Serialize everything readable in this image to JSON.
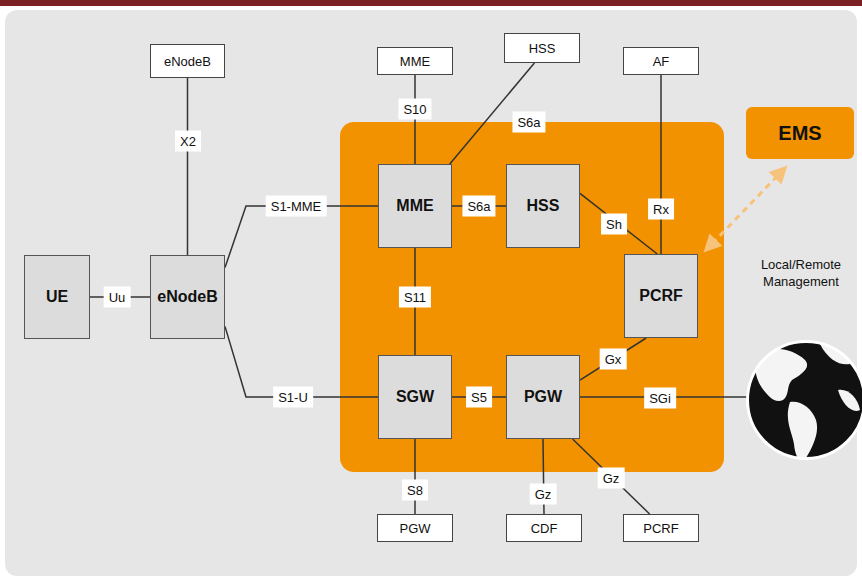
{
  "diagram": {
    "nodes": [
      {
        "text": [
          "eNodeB"
        ]
      },
      {
        "text": [
          "MME"
        ]
      },
      {
        "text": [
          "HSS"
        ]
      },
      {
        "text": [
          "AF"
        ]
      },
      {
        "text": [
          "EMS"
        ]
      },
      {
        "text": [
          "UE"
        ]
      },
      {
        "text": [
          "eNodeB"
        ]
      },
      {
        "text": [
          "MME"
        ]
      },
      {
        "text": [
          "HSS"
        ]
      },
      {
        "text": [
          "PCRF"
        ]
      },
      {
        "text": [
          "SGW"
        ]
      },
      {
        "text": [
          "PGW"
        ]
      },
      {
        "text": [
          "PGW"
        ]
      },
      {
        "text": [
          "CDF"
        ]
      },
      {
        "text": [
          "PCRF"
        ]
      }
    ],
    "edges": [
      {
        "from": 0,
        "to": 6,
        "label": "X2",
        "arrow": "none"
      },
      {
        "from": 5,
        "to": 6,
        "label": "Uu",
        "arrow": "none"
      },
      {
        "from": 6,
        "to": 7,
        "label": "S1-MME",
        "arrow": "none"
      },
      {
        "from": 6,
        "to": 10,
        "label": "S1-U",
        "arrow": "none"
      },
      {
        "from": 1,
        "to": 7,
        "label": "S10",
        "arrow": "none"
      },
      {
        "from": 2,
        "to": 7,
        "label": "S6a",
        "arrow": "none"
      },
      {
        "from": 7,
        "to": 8,
        "label": "S6a",
        "arrow": "none"
      },
      {
        "from": 8,
        "to": 9,
        "label": "Sh",
        "arrow": "none"
      },
      {
        "from": 3,
        "to": 9,
        "label": "Rx",
        "arrow": "none"
      },
      {
        "from": 7,
        "to": 10,
        "label": "S11",
        "arrow": "none"
      },
      {
        "from": 10,
        "to": 11,
        "label": "S5",
        "arrow": "none"
      },
      {
        "from": 9,
        "to": 11,
        "label": "Gx",
        "arrow": "none"
      },
      {
        "from": 10,
        "to": 12,
        "label": "S8",
        "arrow": "none"
      },
      {
        "from": 11,
        "to": 13,
        "label": "Gz",
        "arrow": "none"
      },
      {
        "from": 11,
        "to": 14,
        "label": "Gz",
        "arrow": "none"
      }
    ],
    "labels": [
      "Local/Remote Management",
      "SGi"
    ]
  }
}
